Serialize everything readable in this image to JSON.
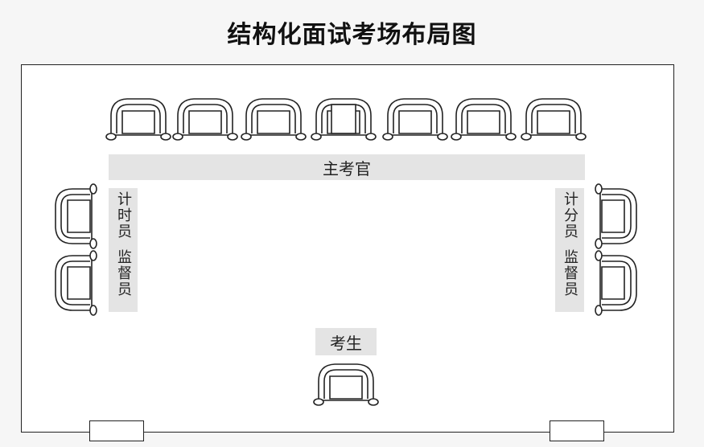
{
  "title": "结构化面试考场布局图",
  "labels": {
    "chief_examiner": "主考官",
    "timekeeper": "计时员",
    "supervisor": "监督员",
    "scorer": "计分员",
    "candidate": "考生"
  },
  "layout": {
    "top_chairs": 7,
    "left_chairs": 2,
    "right_chairs": 2,
    "candidate_chairs": 1,
    "doors": 2
  },
  "colors": {
    "line": "#222222",
    "label_bar": "#e4e4e4",
    "room_bg": "#ffffff"
  }
}
